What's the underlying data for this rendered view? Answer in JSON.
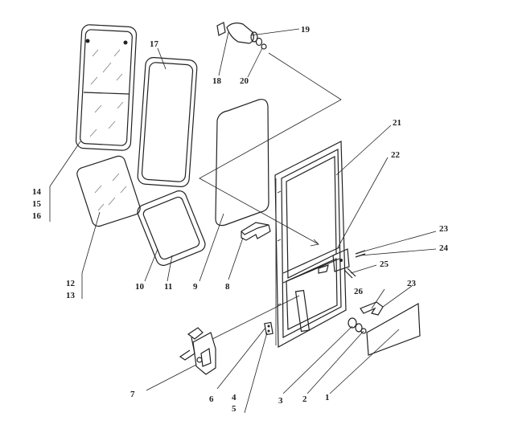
{
  "diagram": {
    "callouts": [
      "1",
      "2",
      "3",
      "4",
      "5",
      "6",
      "7",
      "8",
      "9",
      "10",
      "11",
      "12",
      "13",
      "14",
      "15",
      "16",
      "17",
      "18",
      "19",
      "20",
      "21",
      "22",
      "23",
      "23",
      "24",
      "25",
      "26"
    ]
  },
  "colors": {
    "ink": "#222222",
    "glass_hatch": "#666666",
    "background": "#ffffff"
  }
}
